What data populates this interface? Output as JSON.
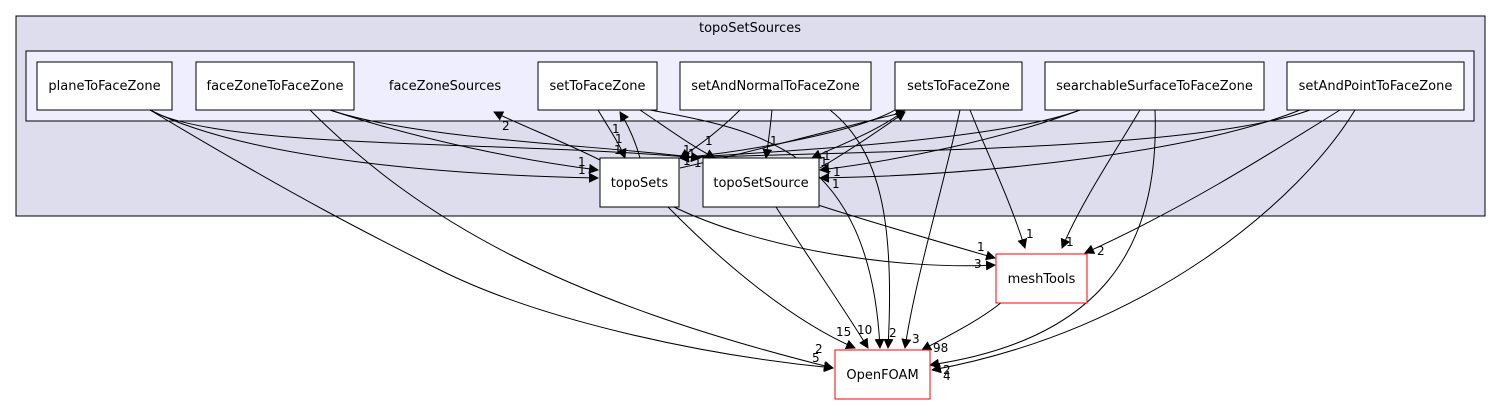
{
  "clusters": {
    "outer": {
      "label": "topoSetSources"
    },
    "inner": {
      "label": "faceZoneSources"
    }
  },
  "nodes": [
    {
      "id": "planeToFaceZone",
      "label": "planeToFaceZone"
    },
    {
      "id": "faceZoneToFaceZone",
      "label": "faceZoneToFaceZone"
    },
    {
      "id": "setToFaceZone",
      "label": "setToFaceZone"
    },
    {
      "id": "setAndNormalToFaceZone",
      "label": "setAndNormalToFaceZone"
    },
    {
      "id": "setsToFaceZone",
      "label": "setsToFaceZone"
    },
    {
      "id": "searchableSurfaceToFaceZone",
      "label": "searchableSurfaceToFaceZone"
    },
    {
      "id": "setAndPointToFaceZone",
      "label": "setAndPointToFaceZone"
    },
    {
      "id": "topoSets",
      "label": "topoSets"
    },
    {
      "id": "topoSetSource",
      "label": "topoSetSource"
    },
    {
      "id": "meshTools",
      "label": "meshTools"
    },
    {
      "id": "OpenFOAM",
      "label": "OpenFOAM"
    }
  ],
  "edge_labels": [
    "2",
    "1",
    "1",
    "1",
    "1",
    "1",
    "1",
    "1",
    "1",
    "1",
    "1",
    "1",
    "1",
    "1",
    "1",
    "1",
    "1",
    "1",
    "1",
    "1",
    "1",
    "1",
    "3",
    "15",
    "10",
    "2",
    "3",
    "98",
    "2",
    "5",
    "2",
    "4",
    "1",
    "1",
    "1",
    "2"
  ],
  "colors": {
    "cluster_outer": "#dddded",
    "cluster_inner": "#eeeeff",
    "external_border": "#ff0000"
  }
}
